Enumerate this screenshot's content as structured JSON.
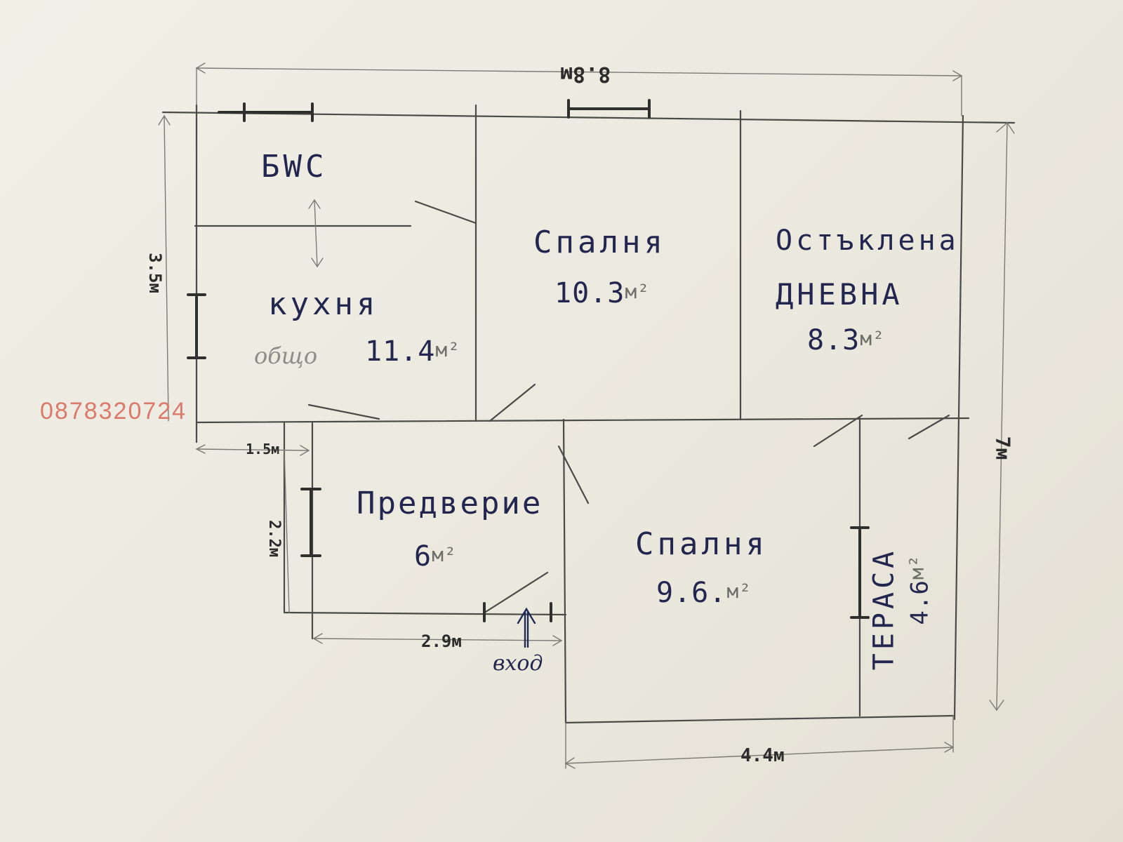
{
  "plan": {
    "width_label": "8.8м",
    "height_left_label": "3.5м",
    "height_right_label": "7м",
    "offset_label": "1.5м",
    "hall_depth_label": "2.2м",
    "hall_width_label": "2.9м",
    "bottom_width_label": "4.4м",
    "total_word": "общо",
    "entrance_label": "вход",
    "phone": "0878320724"
  },
  "rooms": [
    {
      "name": "БWC",
      "area": ""
    },
    {
      "name": "кухня",
      "area": "11.4",
      "unit": "м²"
    },
    {
      "name": "Спалня",
      "area": "10.3",
      "unit": "м²"
    },
    {
      "name": "Остъклена",
      "name2": "ДНЕВНА",
      "area": "8.3",
      "unit": "м²"
    },
    {
      "name": "Предверие",
      "area": "6",
      "unit": "м²"
    },
    {
      "name": "Спалня",
      "area": "9.6.",
      "unit": "м²"
    },
    {
      "name": "ТЕРАСА",
      "area": "4.6",
      "unit": "м²"
    }
  ]
}
